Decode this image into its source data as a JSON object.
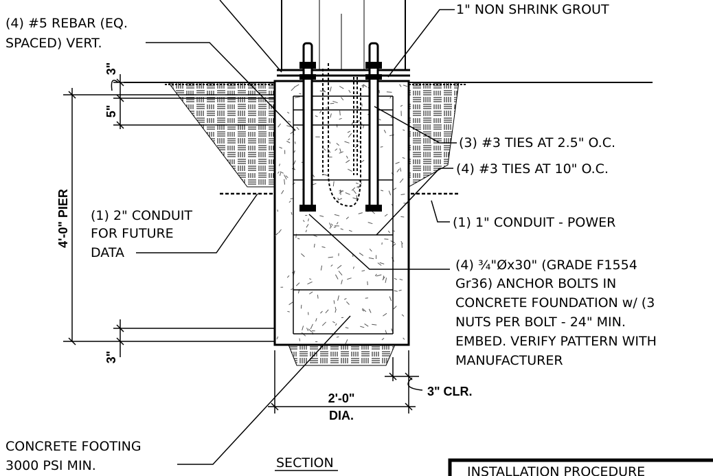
{
  "labels": {
    "rebar_vert_1": "(4) #5 REBAR (EQ.",
    "rebar_vert_2": "SPACED) VERT.",
    "grout": "1\" NON SHRINK GROUT",
    "ties_25": "(3) #3 TIES AT 2.5\" O.C.",
    "ties_10": "(4) #3 TIES AT 10\" O.C.",
    "conduit_data_1": "(1) 2\" CONDUIT",
    "conduit_data_2": "FOR FUTURE",
    "conduit_data_3": "DATA",
    "conduit_power": "(1) 1\" CONDUIT -  POWER",
    "bolts_1": "(4) ¾\"Øx30\" (GRADE F1554",
    "bolts_2": "Gr36) ANCHOR BOLTS IN",
    "bolts_3": "CONCRETE FOUNDATION w/ (3",
    "bolts_4": "NUTS PER BOLT - 24\" MIN.",
    "bolts_5": "EMBED. VERIFY PATTERN WITH",
    "bolts_6": "MANUFACTURER",
    "footing_1": "CONCRETE FOOTING",
    "footing_2": "3000 PSI MIN.",
    "section": "SECTION",
    "procedure": "INSTALLATION PROCEDURE"
  },
  "dimensions": {
    "top_3": "3\"",
    "top_5": "5\"",
    "pier": "4'-0\" PIER",
    "bottom_3": "3\"",
    "clear": "3\" CLR.",
    "width": "2'-0\"",
    "dia": "DIA."
  },
  "colors": {
    "line": "#000000",
    "background": "#ffffff",
    "aggregate": "#555555"
  }
}
